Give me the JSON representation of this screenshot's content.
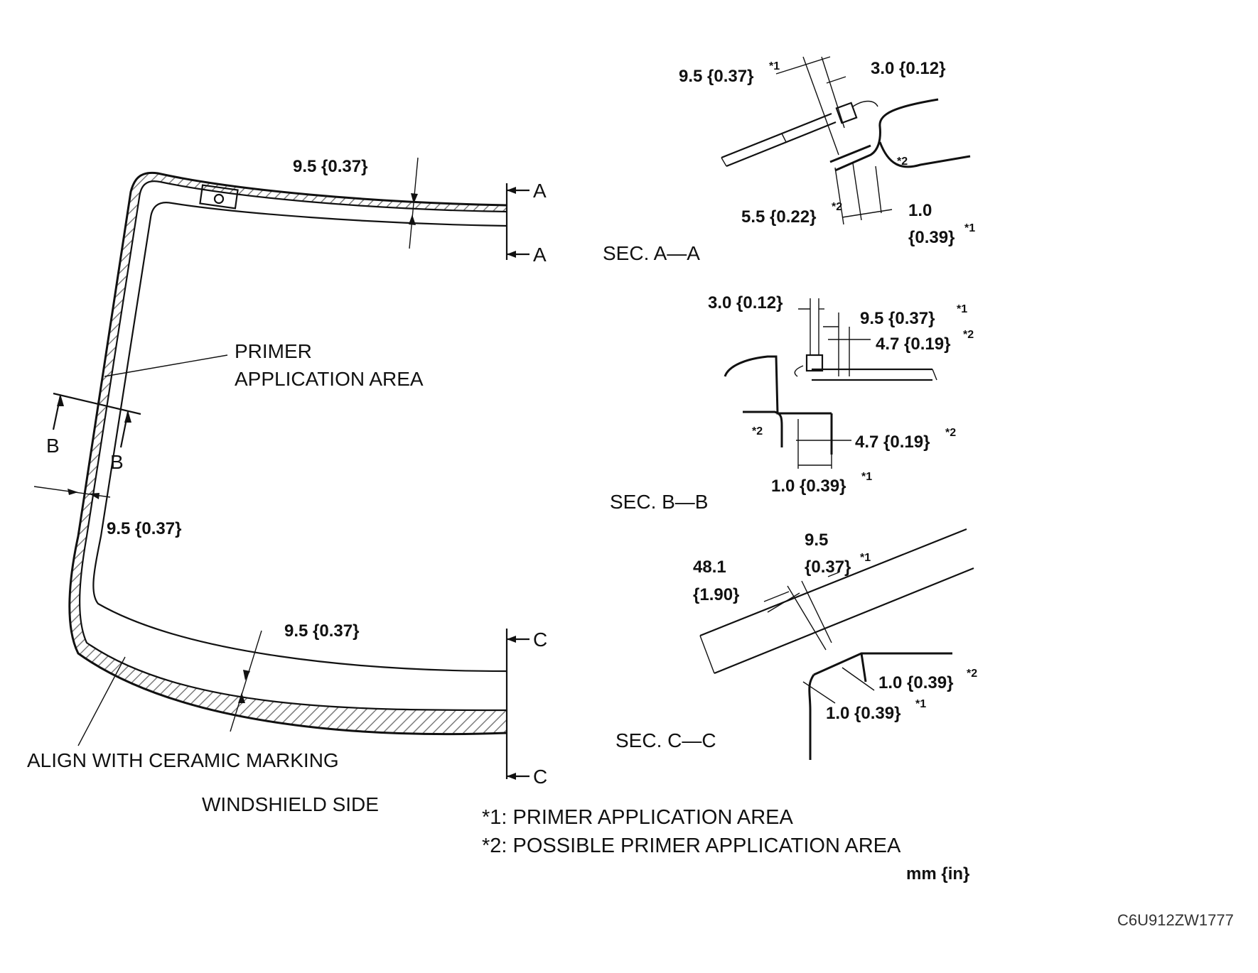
{
  "main_view": {
    "section_a": "A",
    "section_b": "B",
    "section_c": "C",
    "dim_top": "9.5 {0.37}",
    "dim_side": "9.5 {0.37}",
    "dim_bottom": "9.5 {0.37}",
    "primer_label_line1": "PRIMER",
    "primer_label_line2": "APPLICATION AREA",
    "ceramic_label": "ALIGN WITH CERAMIC MARKING",
    "windshield_label": "WINDSHIELD SIDE"
  },
  "section_aa": {
    "title": "SEC. A—A",
    "d1": "9.5 {0.37}",
    "d1_sup": "*1",
    "d2": "3.0 {0.12}",
    "d3": "5.5 {0.22}",
    "d3_sup": "*2",
    "d4_line1": "1.0",
    "d4_line2": "{0.39}",
    "d4_sup": "*1",
    "mark": "*2"
  },
  "section_bb": {
    "title": "SEC. B—B",
    "d1": "3.0 {0.12}",
    "d2": "9.5 {0.37}",
    "d2_sup": "*1",
    "d3": "4.7 {0.19}",
    "d3_sup": "*2",
    "d4": "4.7 {0.19}",
    "d4_sup": "*2",
    "d5": "1.0 {0.39}",
    "d5_sup": "*1",
    "mark": "*2"
  },
  "section_cc": {
    "title": "SEC. C—C",
    "d1_line1": "9.5",
    "d1_line2": "{0.37}",
    "d1_sup": "*1",
    "d2_line1": "48.1",
    "d2_line2": "{1.90}",
    "d3": "1.0 {0.39}",
    "d3_sup": "*2",
    "d4": "1.0 {0.39}",
    "d4_sup": "*1"
  },
  "legend": {
    "note1": "*1: PRIMER APPLICATION AREA",
    "note2": "*2: POSSIBLE PRIMER APPLICATION AREA",
    "units": "mm {in}"
  },
  "figure_code": "C6U912ZW1777"
}
